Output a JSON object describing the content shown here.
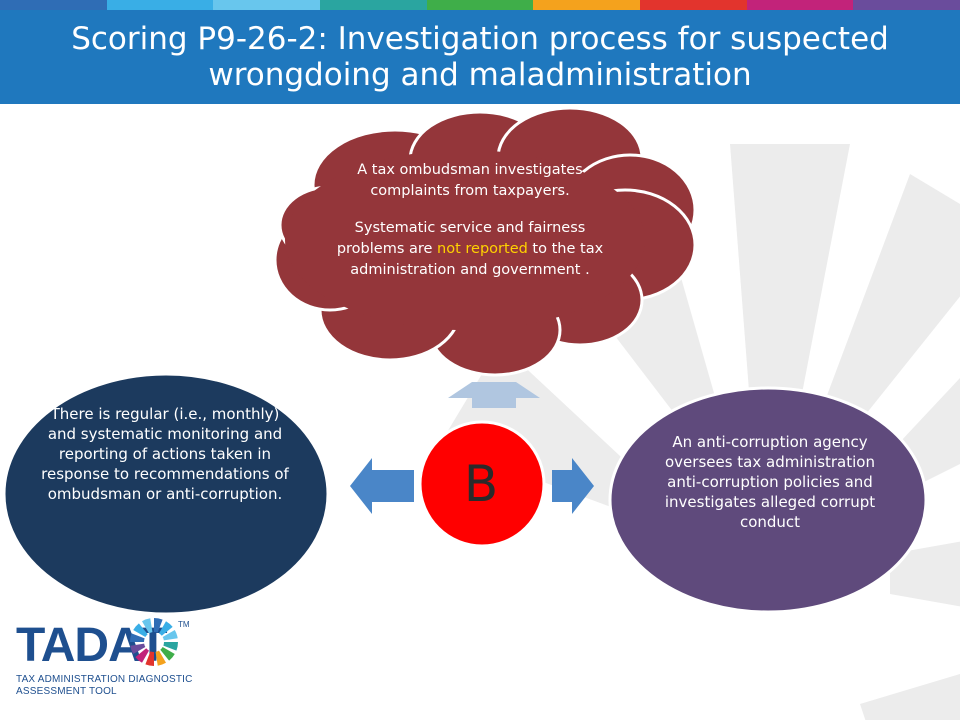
{
  "slide": {
    "title": "Scoring P9-26-2: Investigation process for suspected wrongdoing and maladministration",
    "stripe_colors": [
      "#2f6db5",
      "#39aee6",
      "#68c6ed",
      "#2aa5a0",
      "#3fae49",
      "#f4a21d",
      "#e2342d",
      "#c2237a",
      "#6a4c9c"
    ]
  },
  "diagram": {
    "score": "B",
    "top_cloud": {
      "line1": "A tax ombudsman investigates complaints from taxpayers.",
      "line2_before": "Systematic service and fairness problems are ",
      "line2_highlight": "not reported",
      "line2_after": " to the tax administration and government .",
      "color": "#94363a"
    },
    "left_ellipse": {
      "text": "There is regular (i.e., monthly) and systematic monitoring and reporting of actions taken in response to recommendations of ombudsman or anti-corruption.",
      "color": "#1c3a5e"
    },
    "right_ellipse": {
      "text": "An anti-corruption agency oversees tax administration anti-corruption policies and investigates alleged corrupt conduct",
      "color": "#5f4a7c"
    },
    "center_color": "#ff0000",
    "arrow_color": "#4a86c8"
  },
  "logo": {
    "word": "TADAT",
    "trademark": "TM",
    "tagline": "TAX ADMINISTRATION DIAGNOSTIC ASSESSMENT TOOL"
  }
}
